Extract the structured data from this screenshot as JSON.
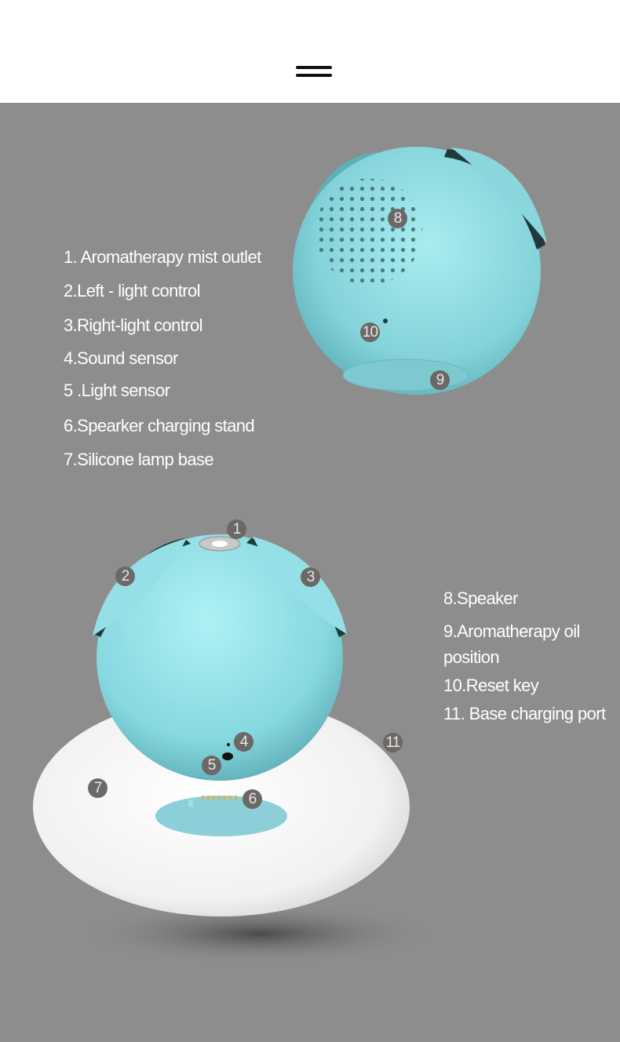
{
  "header": {
    "menu_icon": "hamburger-menu-icon"
  },
  "colors": {
    "background": "#8d8d8d",
    "header_background": "#ffffff",
    "product_teal": "#8fdde3",
    "base_white": "#f4f4f4",
    "marker": "#6b6866",
    "text": "#ffffff"
  },
  "legend_left": [
    {
      "id": "1",
      "label": "1. Aromatherapy mist outlet"
    },
    {
      "id": "2",
      "label": "2.Left - light control"
    },
    {
      "id": "3",
      "label": "3.Right-light control"
    },
    {
      "id": "4",
      "label": "4.Sound sensor"
    },
    {
      "id": "5",
      "label": "5 .Light sensor"
    },
    {
      "id": "6",
      "label": "6.Spearker charging stand"
    },
    {
      "id": "7",
      "label": "7.Silicone lamp base"
    }
  ],
  "legend_right": [
    {
      "id": "8",
      "label": "8.Speaker"
    },
    {
      "id": "9",
      "label": "9.Aromatherapy oil position"
    },
    {
      "id": "10",
      "label": "10.Reset key"
    },
    {
      "id": "11",
      "label": "11. Base charging port"
    }
  ],
  "markers": [
    {
      "n": "1"
    },
    {
      "n": "2"
    },
    {
      "n": "3"
    },
    {
      "n": "4"
    },
    {
      "n": "5"
    },
    {
      "n": "6"
    },
    {
      "n": "7"
    },
    {
      "n": "8"
    },
    {
      "n": "9"
    },
    {
      "n": "10"
    },
    {
      "n": "11"
    }
  ]
}
